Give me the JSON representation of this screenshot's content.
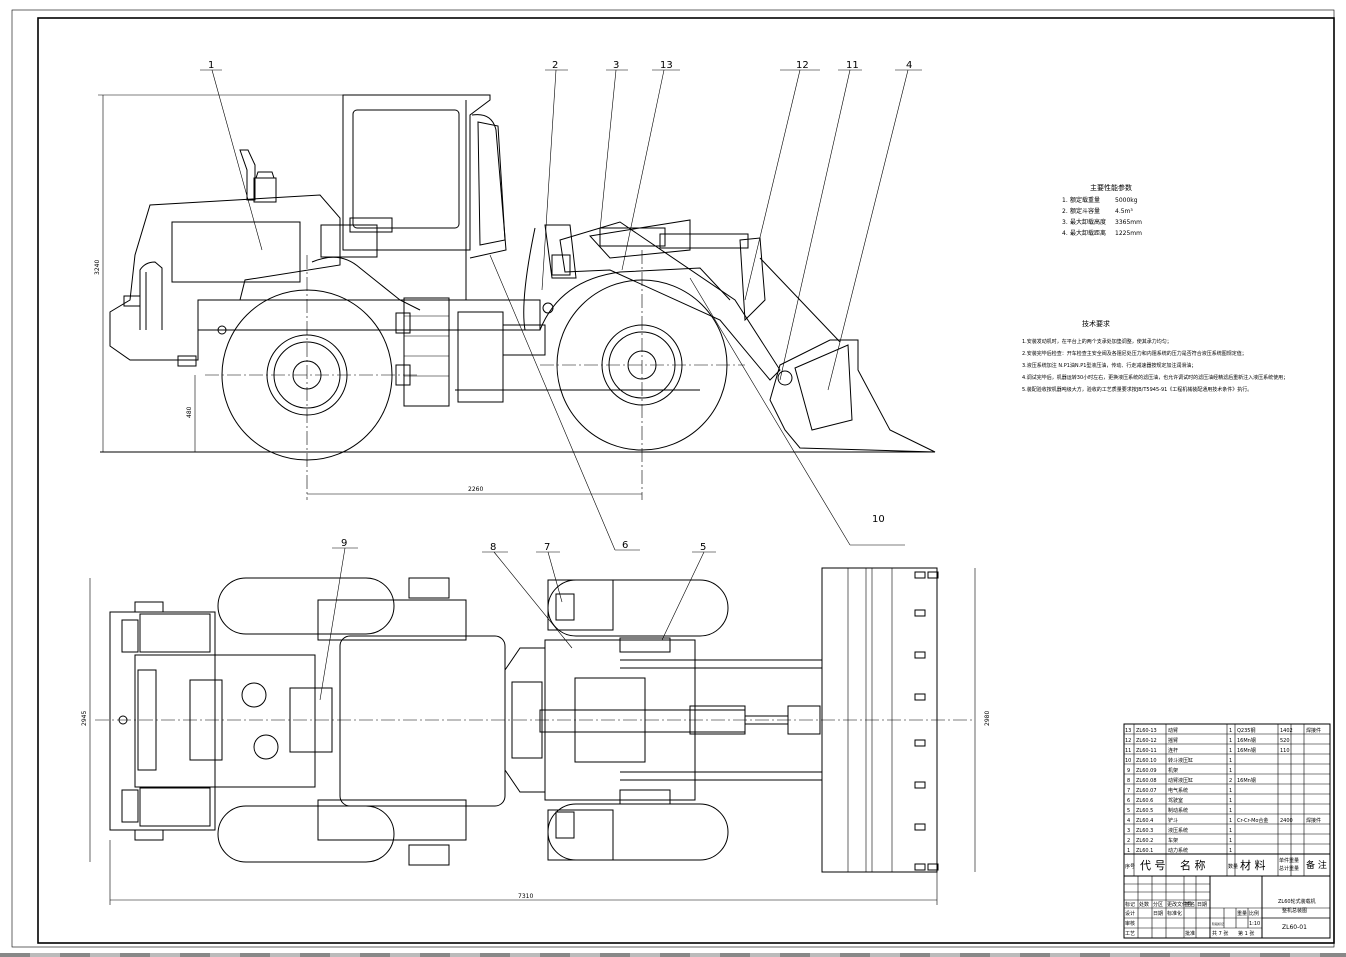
{
  "frame": {
    "dimensions": {
      "overall_height": "3240",
      "ground_clearance": "480",
      "wheelbase": "2260",
      "overall_width": "2945",
      "bucket_width": "2980",
      "overall_length": "7310"
    },
    "balloons": [
      "1",
      "2",
      "3",
      "13",
      "12",
      "11",
      "4",
      "10",
      "9",
      "8",
      "7",
      "6",
      "5"
    ]
  },
  "main_params": {
    "title": "主要性能参数",
    "items": [
      {
        "no": "1.",
        "name": "额定载重量",
        "value": "5000kg"
      },
      {
        "no": "2.",
        "name": "额定斗容量",
        "value": "4.5m³"
      },
      {
        "no": "3.",
        "name": "最大卸载高度",
        "value": "3365mm"
      },
      {
        "no": "4.",
        "name": "最大卸载距离",
        "value": "1225mm"
      }
    ]
  },
  "tech_req": {
    "title": "技术要求",
    "items": [
      "1.安装发动机时，在平台上的两个支承处加垫调整，使其承力均匀；",
      "2.安装完毕后检查：开车检查主安全阀及各阻尼处压力和内阻系统的压力是否符合液压系统图规定值；",
      "3.液压系统加注 N.P1油N.P1型液压油，传动、行走减速器按规定加注润滑油；",
      "4.调试完毕后，机器运转30小时左右，更换液压系统的滤压油，也允许调试时的滤压油经精滤后重新注入液压系统使用；",
      "5.装配验收按机器吨级大方，验收的工艺质量要求按JB/T5945-91《工程机械装配通用技术条件》执行。"
    ]
  },
  "bom": {
    "rows": [
      {
        "seq": "13",
        "code": "ZL60-13",
        "name": "动臂",
        "qty": "1",
        "material": "Q235钢",
        "weight": "1402",
        "note": "焊接件"
      },
      {
        "seq": "12",
        "code": "ZL60-12",
        "name": "摇臂",
        "qty": "1",
        "material": "16Mn钢",
        "weight": "520",
        "note": ""
      },
      {
        "seq": "11",
        "code": "ZL60-11",
        "name": "连杆",
        "qty": "1",
        "material": "16Mn钢",
        "weight": "110",
        "note": ""
      },
      {
        "seq": "10",
        "code": "ZL60.10",
        "name": "转斗液压缸",
        "qty": "1",
        "material": "",
        "weight": "",
        "note": ""
      },
      {
        "seq": "9",
        "code": "ZL60.09",
        "name": "机架",
        "qty": "1",
        "material": "",
        "weight": "",
        "note": ""
      },
      {
        "seq": "8",
        "code": "ZL60.08",
        "name": "动臂液压缸",
        "qty": "2",
        "material": "16Mn钢",
        "weight": "",
        "note": ""
      },
      {
        "seq": "7",
        "code": "ZL60.07",
        "name": "电气系统",
        "qty": "1",
        "material": "",
        "weight": "",
        "note": ""
      },
      {
        "seq": "6",
        "code": "ZL60.6",
        "name": "驾驶室",
        "qty": "1",
        "material": "",
        "weight": "",
        "note": ""
      },
      {
        "seq": "5",
        "code": "ZL60.5",
        "name": "制动系统",
        "qty": "1",
        "material": "",
        "weight": "",
        "note": ""
      },
      {
        "seq": "4",
        "code": "ZL60.4",
        "name": "铲斗",
        "qty": "1",
        "material": "Cr-Cr-Mo合金",
        "weight": "2400",
        "note": "焊接件"
      },
      {
        "seq": "3",
        "code": "ZL60.3",
        "name": "液压系统",
        "qty": "1",
        "material": "",
        "weight": "",
        "note": ""
      },
      {
        "seq": "2",
        "code": "ZL60.2",
        "name": "车架",
        "qty": "1",
        "material": "",
        "weight": "",
        "note": ""
      },
      {
        "seq": "1",
        "code": "ZL60.1",
        "name": "动力系统",
        "qty": "1",
        "material": "",
        "weight": "",
        "note": ""
      }
    ],
    "header": {
      "seq": "序号",
      "code": "代 号",
      "name": "名 称",
      "qty": "数量",
      "material": "材 料",
      "unit_weight": "单件重量",
      "total_weight": "总计重量",
      "note": "备 注"
    }
  },
  "title_block": {
    "labels_row1": [
      "标记",
      "处数",
      "分区",
      "更改文件号",
      "签名",
      "日期"
    ],
    "labels_row2": [
      "设计",
      "",
      "日期",
      "标准化",
      ""
    ],
    "labels_row3": [
      "审核",
      "",
      "",
      "批准"
    ],
    "labels_row4": [
      "工艺"
    ],
    "stage": "阶段标记",
    "weight": "重量",
    "scale": "比例",
    "scale_value": "1:10",
    "sheets_total": "共 7 张",
    "sheet_no": "第 1 张",
    "drawing_name_1": "ZL60轮式装载机",
    "drawing_name_2": "整机总装图",
    "drawing_no": "ZL60-01"
  }
}
